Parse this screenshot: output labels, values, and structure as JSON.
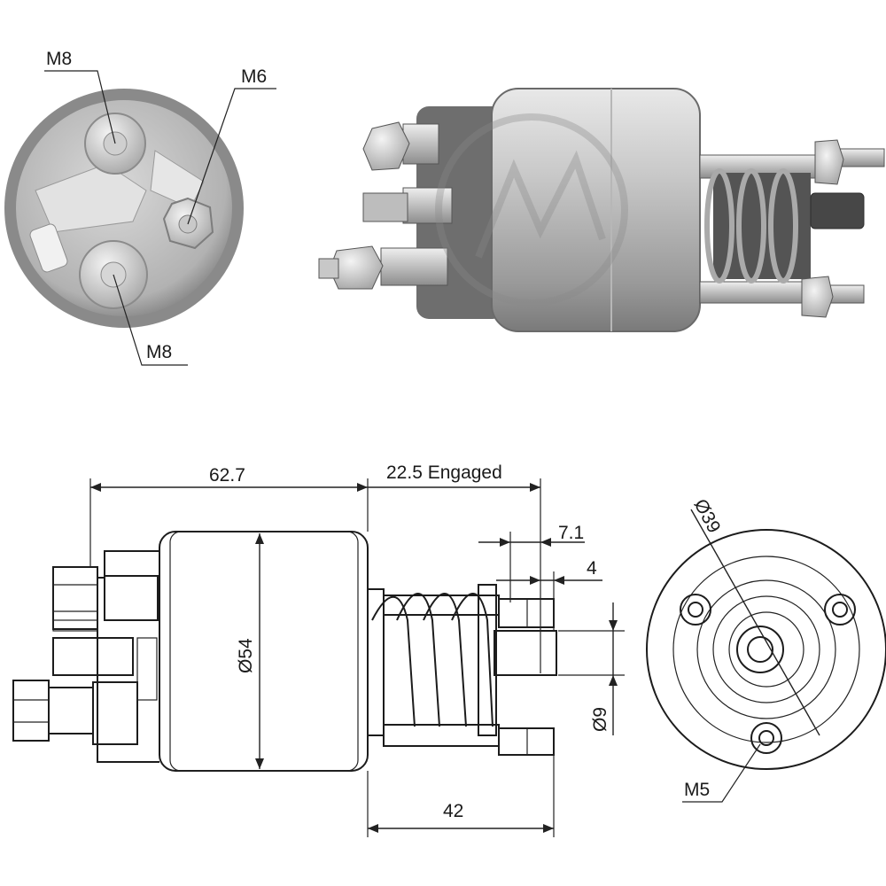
{
  "photo_front_labels": {
    "terminal_top": "M8",
    "terminal_right": "M6",
    "terminal_bottom": "M8"
  },
  "drawing_labels": {
    "body_length": "62.7",
    "stroke_engaged": "22.5 Engaged",
    "body_diameter": "Ø54",
    "plunger_offset": "7.1",
    "plunger_step": "4",
    "plunger_diameter": "Ø9",
    "mount_length": "42",
    "bolt_circle": "Ø39",
    "mount_thread": "M5"
  },
  "colors": {
    "metal_light": "#d6d6d6",
    "metal_mid": "#a9a9a9",
    "metal_dark": "#5c5c5c",
    "line": "#1c1c1c"
  }
}
